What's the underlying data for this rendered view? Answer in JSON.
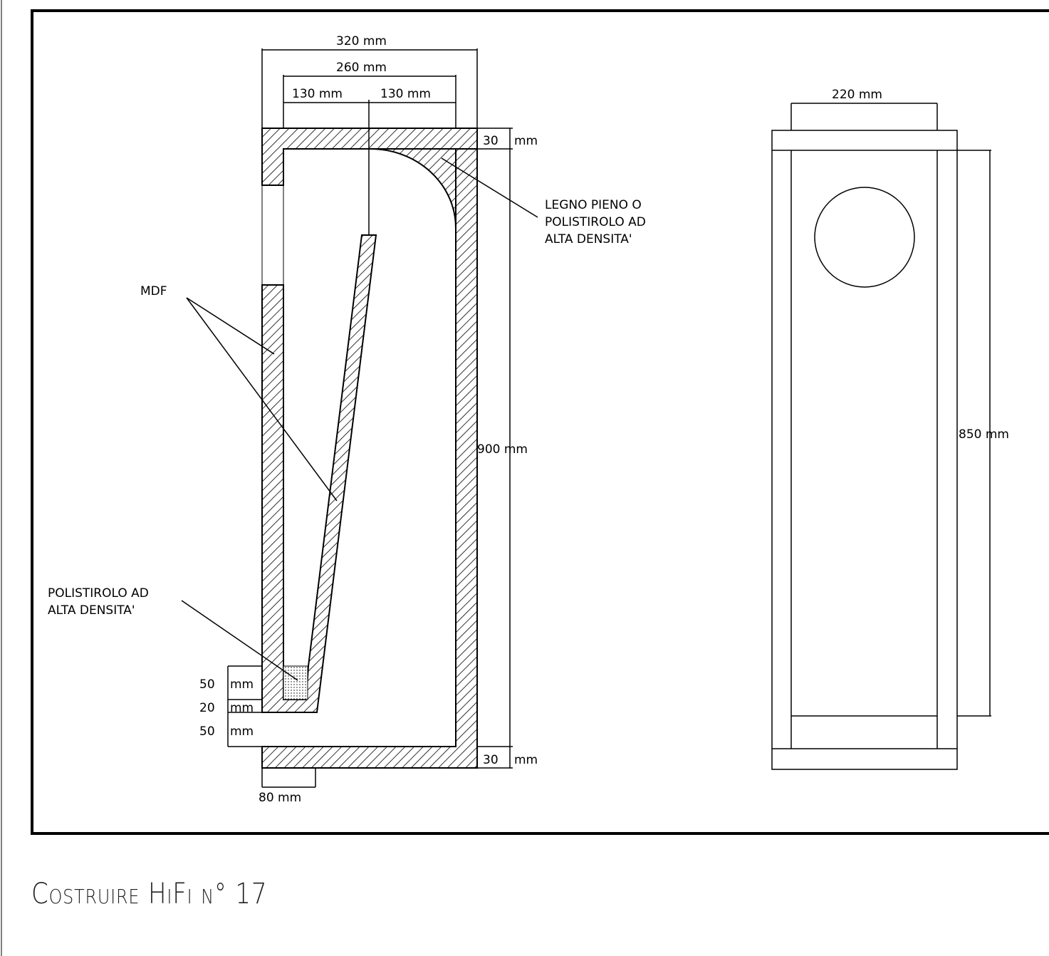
{
  "section_view": {
    "dim_total_width": "320 mm",
    "dim_inner_width": "260 mm",
    "dim_half_left": "130 mm",
    "dim_half_right": "130 mm",
    "dim_top_thickness": "30",
    "dim_top_thickness_unit": "mm",
    "dim_height": "900 mm",
    "dim_bottom_thickness": "30",
    "dim_bottom_thickness_unit": "mm",
    "dim_port_upper": "50",
    "dim_port_upper_unit": "mm",
    "dim_panel_base": "20",
    "dim_panel_base_unit": "mm",
    "dim_port_lower": "50",
    "dim_port_lower_unit": "mm",
    "dim_port_width": "80 mm",
    "label_corner": [
      "LEGNO PIENO O",
      "POLISTIROLO AD",
      "ALTA DENSITA'"
    ],
    "label_mdf": "MDF",
    "label_plug": [
      "POLISTIROLO AD",
      "ALTA DENSITA'"
    ]
  },
  "front_view": {
    "dim_width": "220 mm",
    "dim_height": "850 mm"
  },
  "footer": "Costruire HiFi n° 17"
}
